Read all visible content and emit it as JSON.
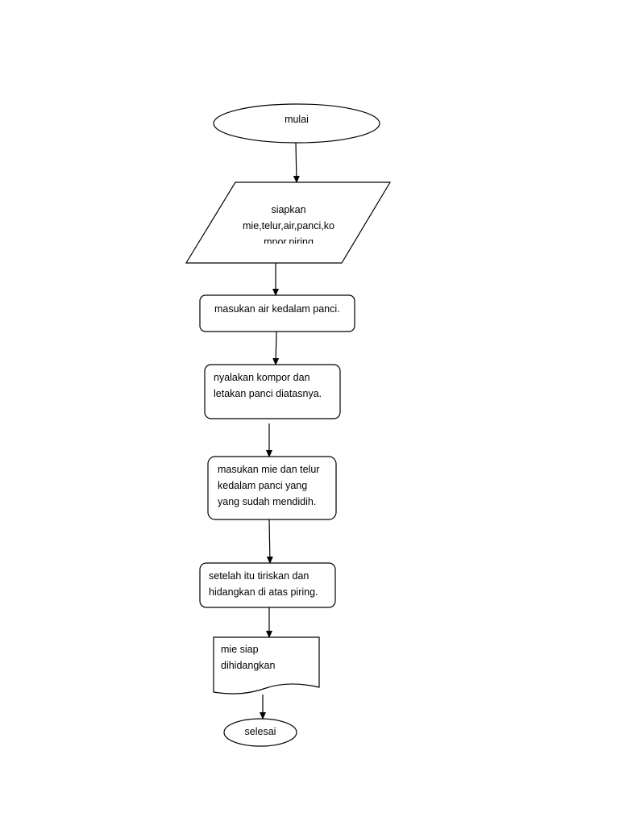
{
  "flowchart": {
    "start": {
      "shape": "terminator",
      "label": "mulai"
    },
    "steps": [
      {
        "id": "input",
        "shape": "parallelogram",
        "lines": [
          "siapkan",
          "mie,telur,air,panci,ko",
          "mpor,piring"
        ]
      },
      {
        "id": "process-1",
        "shape": "rounded-rect",
        "lines": [
          "masukan air kedalam panci."
        ]
      },
      {
        "id": "process-2",
        "shape": "rounded-rect",
        "lines": [
          "nyalakan kompor dan",
          "letakan panci diatasnya."
        ]
      },
      {
        "id": "process-3",
        "shape": "rounded-rect",
        "lines": [
          "masukan mie dan telur",
          "kedalam panci yang",
          "yang sudah mendidih."
        ]
      },
      {
        "id": "process-4",
        "shape": "rounded-rect",
        "lines": [
          "setelah itu tiriskan dan",
          "hidangkan di atas piring."
        ]
      },
      {
        "id": "output",
        "shape": "document",
        "lines": [
          "mie siap",
          "dihidangkan"
        ]
      }
    ],
    "end": {
      "shape": "terminator",
      "label": "selesai"
    }
  },
  "colors": {
    "stroke": "#000000",
    "fill": "#ffffff",
    "text": "#000000"
  }
}
